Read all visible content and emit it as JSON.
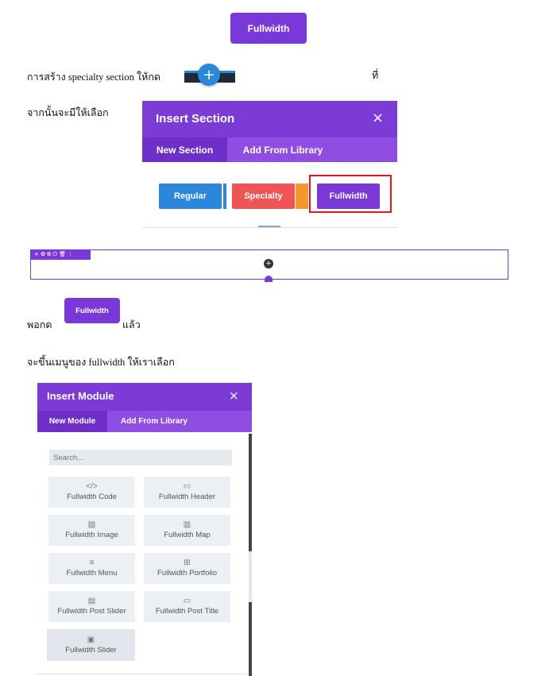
{
  "top_button": {
    "label": "Fullwidth"
  },
  "step1": {
    "text_before": "การสร้าง specialty section ให้กด",
    "text_after": "ที่"
  },
  "step2": {
    "text": "จากนั้นจะมีให้เลือก"
  },
  "insert_section": {
    "title": "Insert Section",
    "close_icon": "×",
    "tabs": [
      {
        "label": "New Section",
        "active": true
      },
      {
        "label": "Add From Library",
        "active": false
      }
    ],
    "buttons": [
      {
        "label": "Regular",
        "color": "#2b87da"
      },
      {
        "label": "Specialty",
        "color": "#ef5555"
      },
      {
        "label": "Fullwidth",
        "color": "#7b38d8"
      }
    ],
    "highlight_color": "#e8141b"
  },
  "section_row": {
    "toolbar_icons": "+ ✿ ⧉ ⏻ 🗑 ⋮"
  },
  "step3": {
    "text_before": "พอกด",
    "button_label": "Fullwidth",
    "text_after": "แล้ว"
  },
  "step4": {
    "text": "จะขึ้นเมนูของ fullwidth ให้เราเลือก"
  },
  "insert_module": {
    "title": "Insert Module",
    "close_icon": "×",
    "tabs": [
      {
        "label": "New Module",
        "active": true
      },
      {
        "label": "Add From Library",
        "active": false
      }
    ],
    "search_placeholder": "Search...",
    "modules": [
      {
        "icon": "</>",
        "label": "Fullwidth Code"
      },
      {
        "icon": "▭",
        "label": "Fullwidth Header"
      },
      {
        "icon": "▨",
        "label": "Fullwidth Image"
      },
      {
        "icon": "▥",
        "label": "Fullwidth Map"
      },
      {
        "icon": "≡",
        "label": "Fullwidth Menu"
      },
      {
        "icon": "⊞",
        "label": "Fullwidth Portfolio"
      },
      {
        "icon": "▤",
        "label": "Fullwidth Post Slider"
      },
      {
        "icon": "▭",
        "label": "Fullwidth Post Title"
      },
      {
        "icon": "▣",
        "label": "Fullwidth Slider"
      }
    ]
  }
}
